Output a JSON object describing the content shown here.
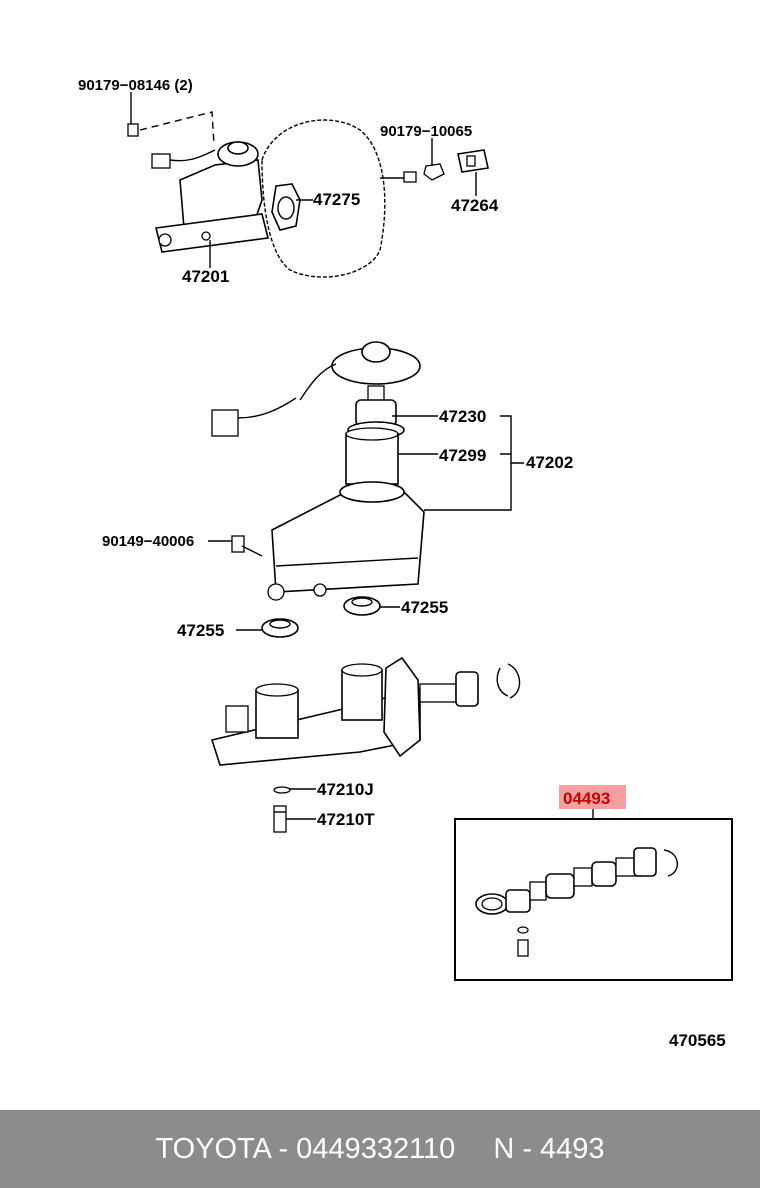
{
  "labels": {
    "bolt_90179_08146": "90179−08146 (2)",
    "nut_90179_10065": "90179−10065",
    "p47275": "47275",
    "p47264": "47264",
    "p47201": "47201",
    "p47230": "47230",
    "p47299": "47299",
    "p47202": "47202",
    "bolt_90149_40006": "90149−40006",
    "p47255_right": "47255",
    "p47255_left": "47255",
    "p47210J": "47210J",
    "p47210T": "47210T",
    "kit_04493": "04493",
    "diagram_number": "470565"
  },
  "highlight_color": "#f4a0a0",
  "highlight_text_color": "#c00000",
  "caption": {
    "brand_part": "TOYOTA - 0449332110",
    "ref": "N - 4493"
  }
}
